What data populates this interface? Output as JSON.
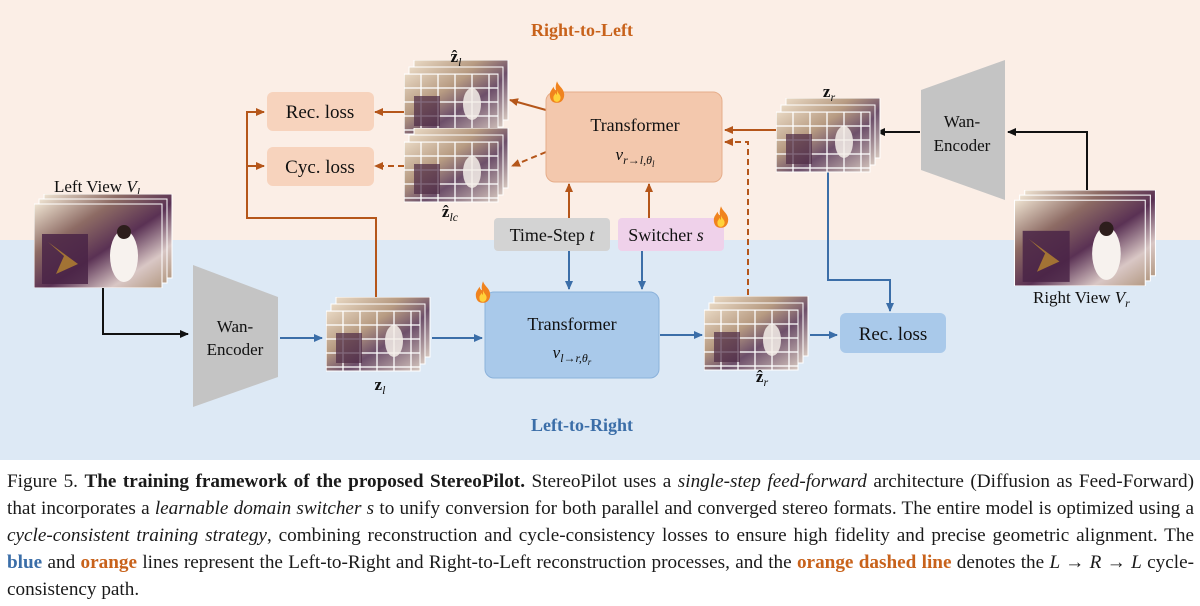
{
  "diagram": {
    "sections": {
      "top": "Right-to-Left",
      "bottom": "Left-to-Right"
    },
    "inputs": {
      "left_view": "Left View",
      "left_view_sym": "V",
      "left_view_sub": "l",
      "right_view": "Right View",
      "right_view_sym": "V",
      "right_view_sub": "r"
    },
    "encoder": {
      "line1": "Wan-",
      "line2": "Encoder"
    },
    "transformer_top": {
      "title": "Transformer",
      "sym": "v",
      "sub": "r→l,θ",
      "subsub": "l"
    },
    "transformer_bottom": {
      "title": "Transformer",
      "sym": "v",
      "sub": "l→r,θ",
      "subsub": "r"
    },
    "timestep": {
      "label": "Time-Step",
      "sym": "t"
    },
    "switcher": {
      "label": "Switcher",
      "sym": "s"
    },
    "losses": {
      "rec_top": "Rec. loss",
      "cyc": "Cyc. loss",
      "rec_bottom": "Rec. loss"
    },
    "latents": {
      "z_l": "z",
      "z_l_sub": "l",
      "z_r": "z",
      "z_r_sub": "r",
      "zhat_l": "ẑ",
      "zhat_l_sub": "l",
      "zhat_lc": "ẑ",
      "zhat_lc_sub": "lc",
      "zhat_r": "ẑ",
      "zhat_r_sub": "r"
    },
    "fire_icon": "fire-icon",
    "colors": {
      "blue": "#3b6ea8",
      "orange": "#b5561a",
      "top_bg": "#fbeee6",
      "bottom_bg": "#dde9f5",
      "loss_orange": "#f7d3bd",
      "loss_blue": "#a9c9ea",
      "transformer_top": "#f3c8ad",
      "transformer_bottom": "#a9c9ea",
      "timestep_bg": "#d3d3d3",
      "switcher_bg": "#efd1ea",
      "encoder": "#c4c4c4"
    }
  },
  "caption": {
    "figure_label": "Figure 5.",
    "bold_title": "The training framework of the proposed StereoPilot.",
    "t1": " StereoPilot uses a ",
    "i1": "single-step feed-forward",
    "t2": " architecture (Diffusion as Feed-Forward) that incorporates a ",
    "i2": "learnable domain switcher",
    "t2b": " ",
    "i2b": "s",
    "t3": " to unify conversion for both parallel and converged stereo formats. The entire model is optimized using a ",
    "i3": "cycle-consistent training strategy",
    "t4": ", combining reconstruction and cycle-consistency losses to ensure high fidelity and precise geometric alignment. The ",
    "blue_word": "blue",
    "t5": " and ",
    "orange_word": "orange",
    "t6": " lines represent the Left-to-Right and Right-to-Left reconstruction processes, and the ",
    "orange_dashed": "orange dashed line",
    "t7": " denotes the ",
    "math_path": "L → R → L",
    "t8": " cycle-consistency path."
  }
}
